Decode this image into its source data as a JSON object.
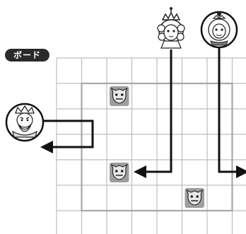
{
  "board": {
    "label": "ボード",
    "rows": 7,
    "cols": 8,
    "line_color": "#bdbdbd",
    "inner_line_color": "#a8a8a8"
  },
  "pieces": [
    {
      "name": "demon",
      "row": 1,
      "col": 2
    },
    {
      "name": "demon",
      "row": 4,
      "col": 2
    },
    {
      "name": "demon",
      "row": 5,
      "col": 5
    }
  ],
  "characters": [
    {
      "name": "princess-with-tiara",
      "enters_col": 4,
      "turns_row": 4,
      "direction": "left"
    },
    {
      "name": "circled-figure-top-right",
      "enters_col": 6,
      "exits": "right"
    },
    {
      "name": "circled-king-left",
      "enters_row": 2,
      "exits": "left"
    }
  ],
  "colors": {
    "arrow": "#111111",
    "demon_cell": "#9e9e9e",
    "label_bg": "#2a2a2a"
  }
}
